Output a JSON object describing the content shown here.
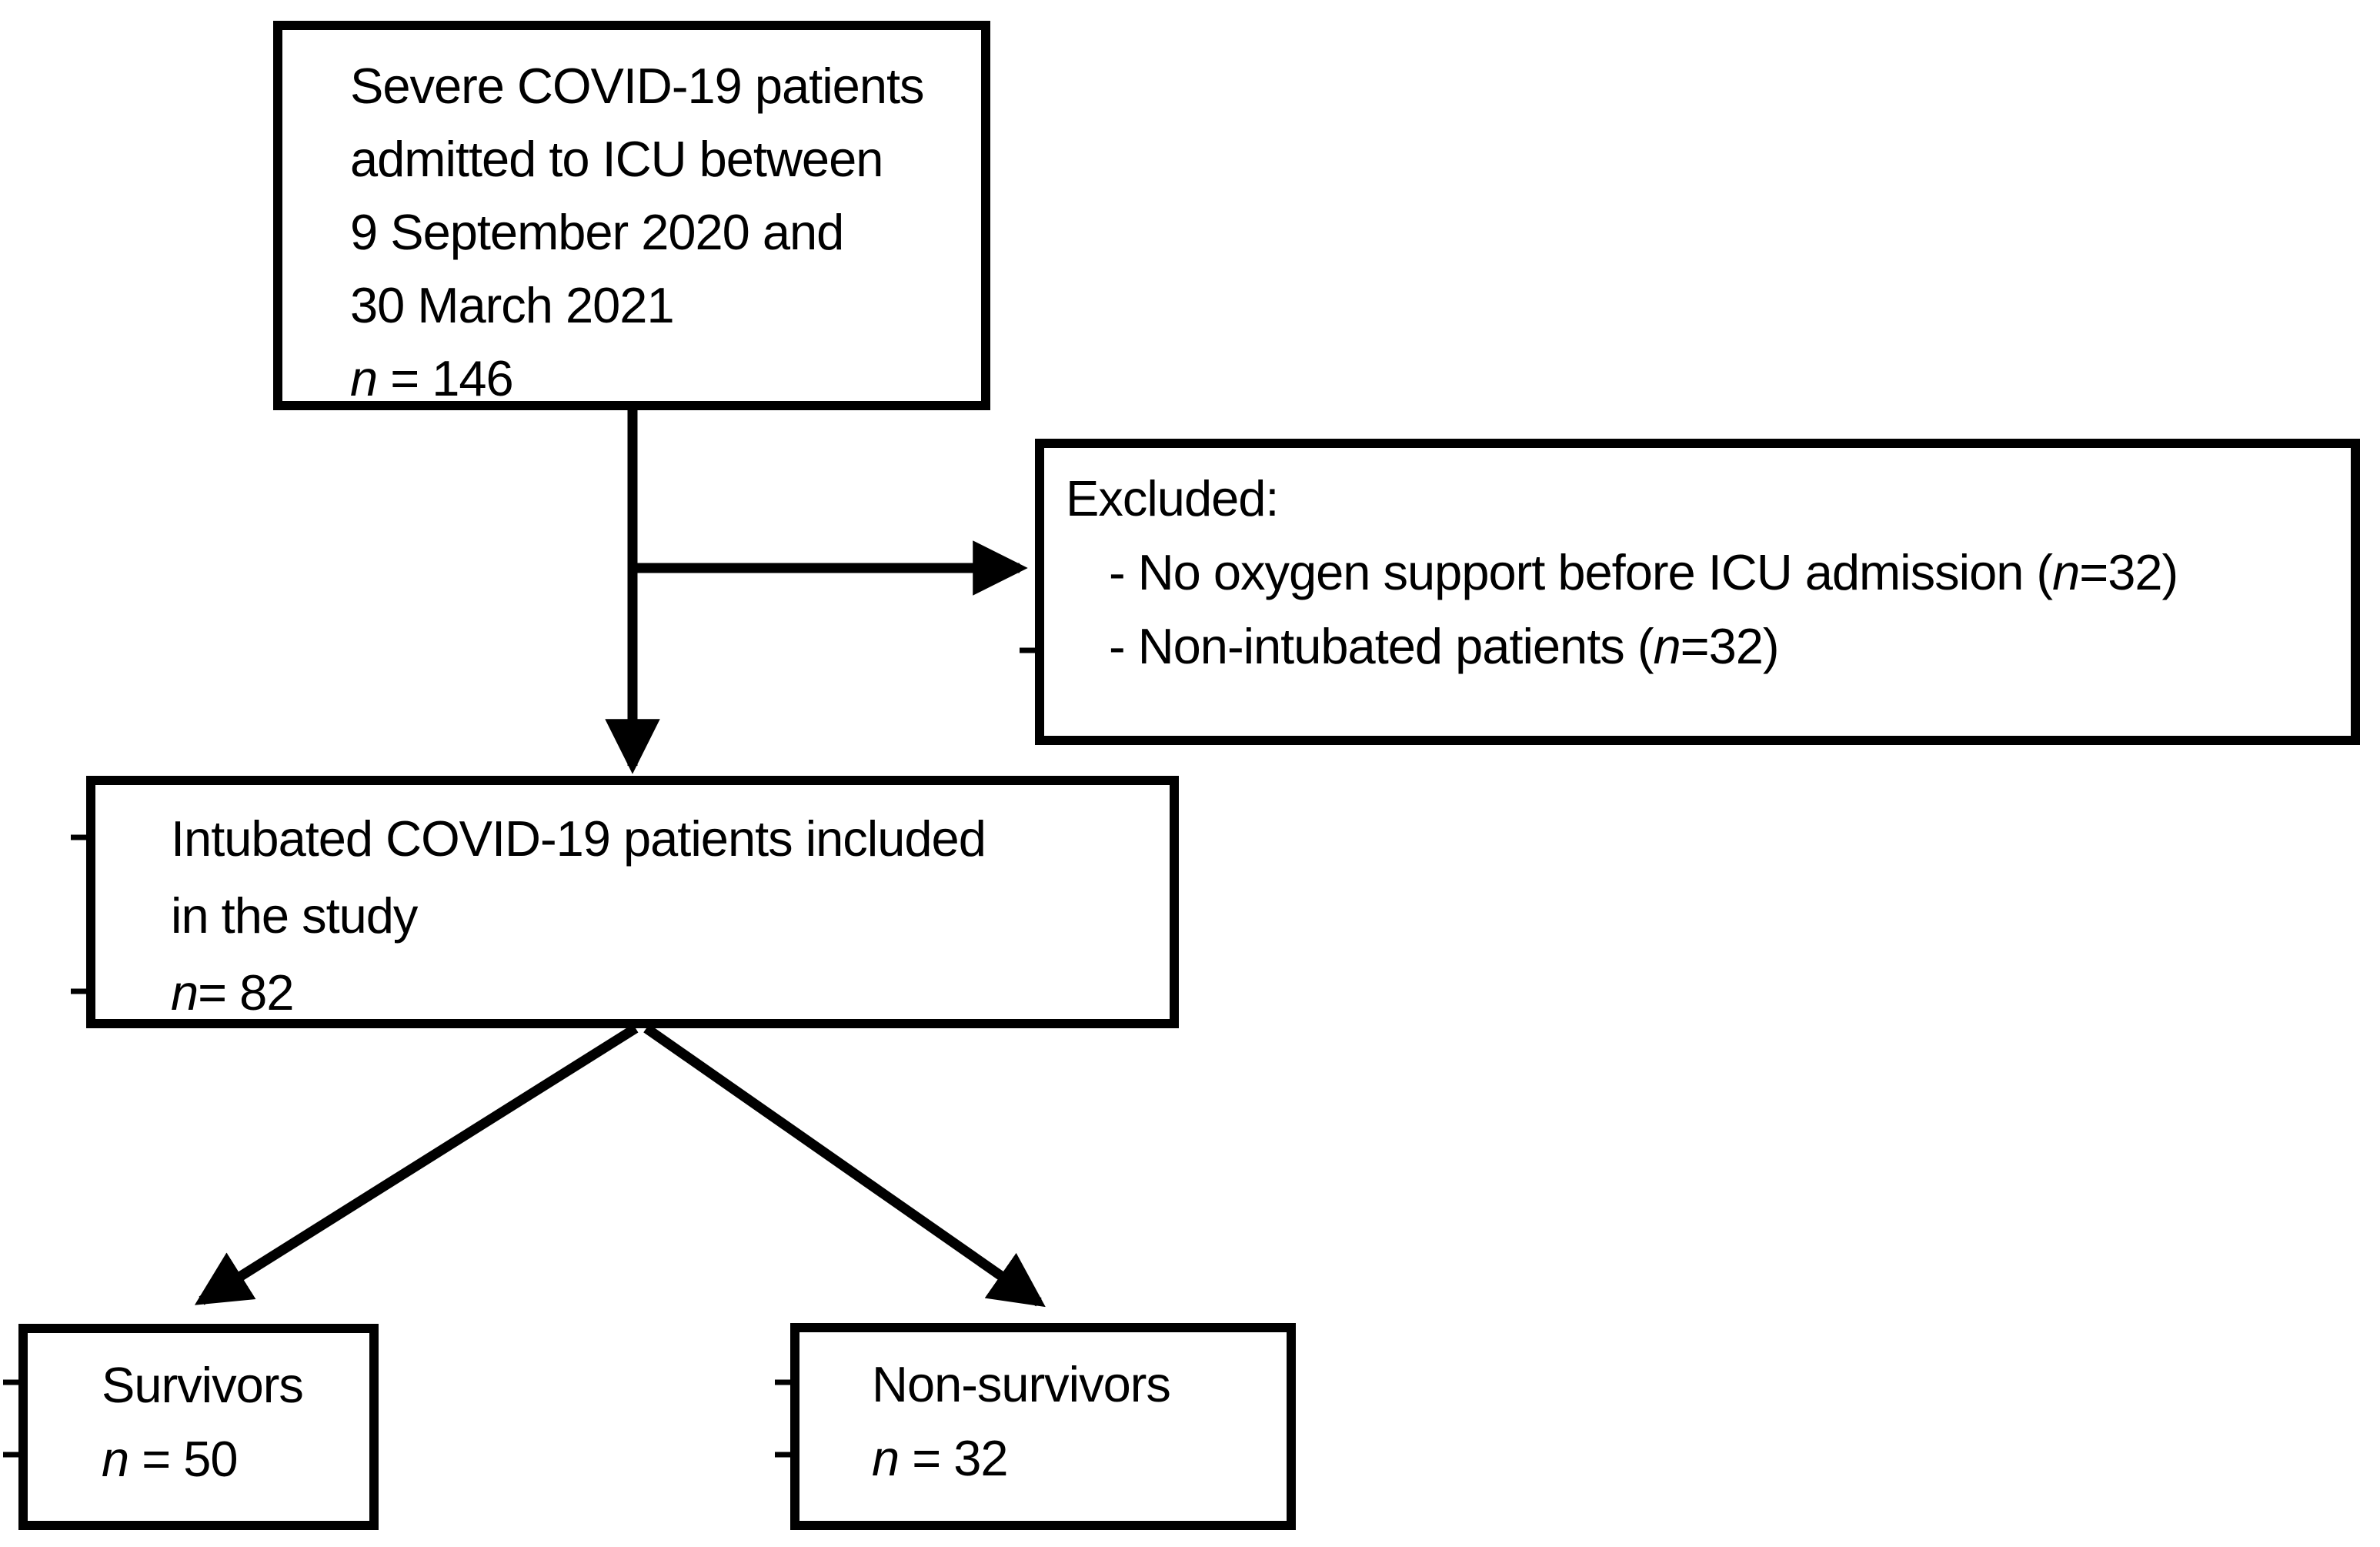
{
  "figure": {
    "background": "#ffffff",
    "line_color": "#000000"
  },
  "boxes": {
    "eligible": {
      "lines": [
        "Severe COVID-19 patients",
        "admitted to ICU between",
        "9 September 2020 and",
        "30 March 2021"
      ],
      "n": {
        "var": "n",
        "rest": " = 146"
      }
    },
    "excluded": {
      "title": "Excluded:",
      "items": [
        {
          "pre": "- No oxygen support before ICU admission (",
          "var": "n",
          "post": "=32)"
        },
        {
          "pre": "- Non-intubated patients (",
          "var": "n",
          "post": "=32)"
        }
      ]
    },
    "included": {
      "lines": [
        "Intubated COVID-19 patients included",
        "in the study"
      ],
      "n": {
        "var": "n",
        "rest": "= 82"
      }
    },
    "survivors": {
      "label": "Survivors",
      "n": {
        "var": "n",
        "rest": " = 50"
      }
    },
    "non_survivors": {
      "label": "Non-survivors",
      "n": {
        "var": "n",
        "rest": " = 32"
      }
    }
  }
}
